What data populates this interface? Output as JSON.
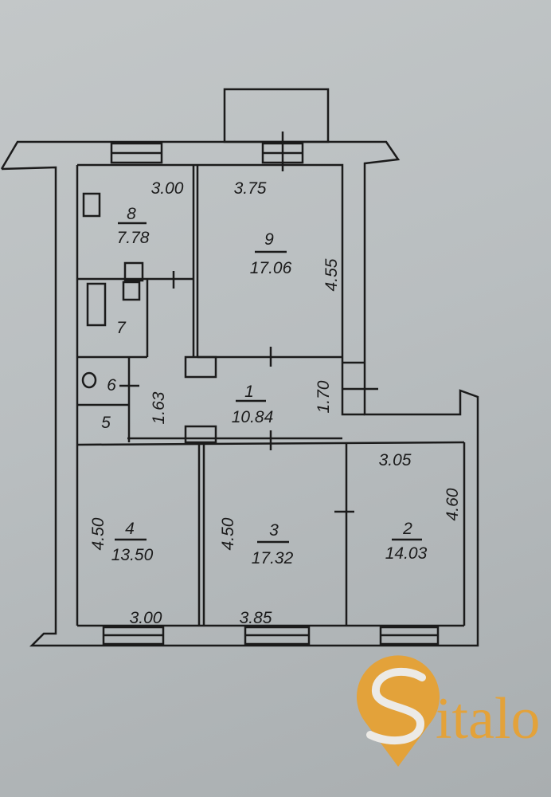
{
  "rooms": [
    {
      "number": "1",
      "area": "10.84"
    },
    {
      "number": "2",
      "area": "14.03"
    },
    {
      "number": "3",
      "area": "17.32"
    },
    {
      "number": "4",
      "area": "13.50"
    },
    {
      "number": "5"
    },
    {
      "number": "6"
    },
    {
      "number": "7"
    },
    {
      "number": "8",
      "area": "7.78"
    },
    {
      "number": "9",
      "area": "17.06"
    }
  ],
  "dimensions": {
    "room8_width": "3.00",
    "room9_width": "3.75",
    "room9_depth": "4.55",
    "corridor_width": "1.63",
    "hall_depth": "1.70",
    "room2_width": "3.05",
    "room2_depth": "4.60",
    "room4_depth": "4.50",
    "room3_depth": "4.50",
    "room4_width": "3.00",
    "room3_width": "3.85"
  },
  "logo": {
    "text": "Sitalo",
    "suffix": "italo",
    "color": "#e3a23a"
  }
}
